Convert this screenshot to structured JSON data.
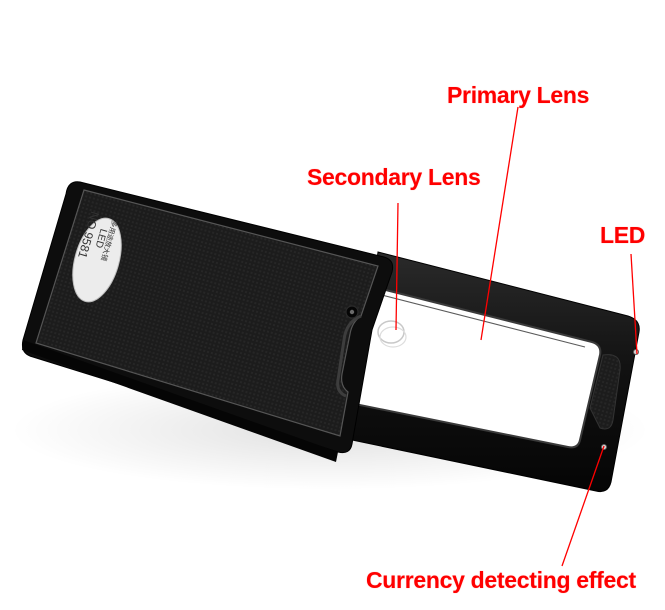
{
  "image": {
    "subject": "Pocket LED slide-out magnifier",
    "background_color": "#ffffff",
    "body_color": "#161616",
    "accent_color": "#ff0000"
  },
  "labels": {
    "primary_lens": "Primary Lens",
    "secondary_lens": "Secondary Lens",
    "led": "LED",
    "currency": "Currency detecting effect"
  },
  "badge": {
    "line1": "多用途放大镜",
    "line2": "LED",
    "line3": "NO 9581"
  }
}
